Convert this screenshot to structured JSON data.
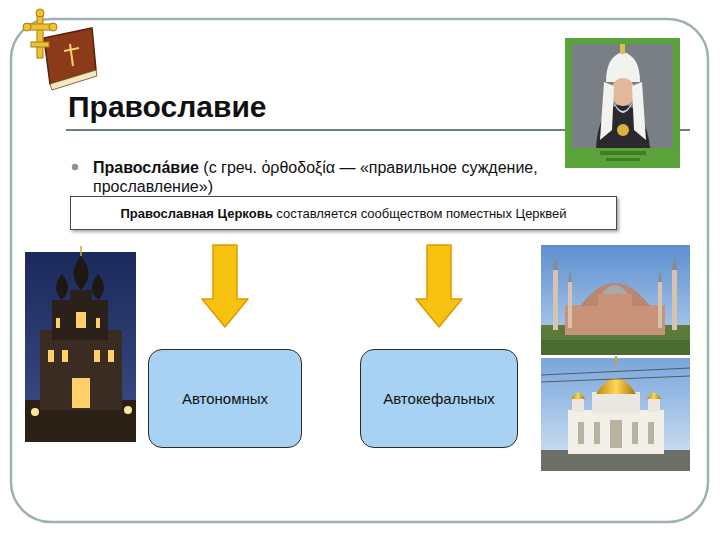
{
  "diagram": {
    "title": "Православие",
    "nodes": [
      {
        "text": [
          "Православная Церковь",
          "составляется сообществом поместных Церквей"
        ]
      },
      {
        "text": [
          "Автономных"
        ]
      },
      {
        "text": [
          "Автокефальных"
        ]
      }
    ],
    "edges": [
      {
        "from": 0,
        "to": 1,
        "arrow": "to"
      },
      {
        "from": 0,
        "to": 2,
        "arrow": "to"
      }
    ],
    "labels": [
      "Правосла́вие",
      "(с греч. ὀρθοδοξία — «правильное суждение, прославление»)"
    ]
  }
}
